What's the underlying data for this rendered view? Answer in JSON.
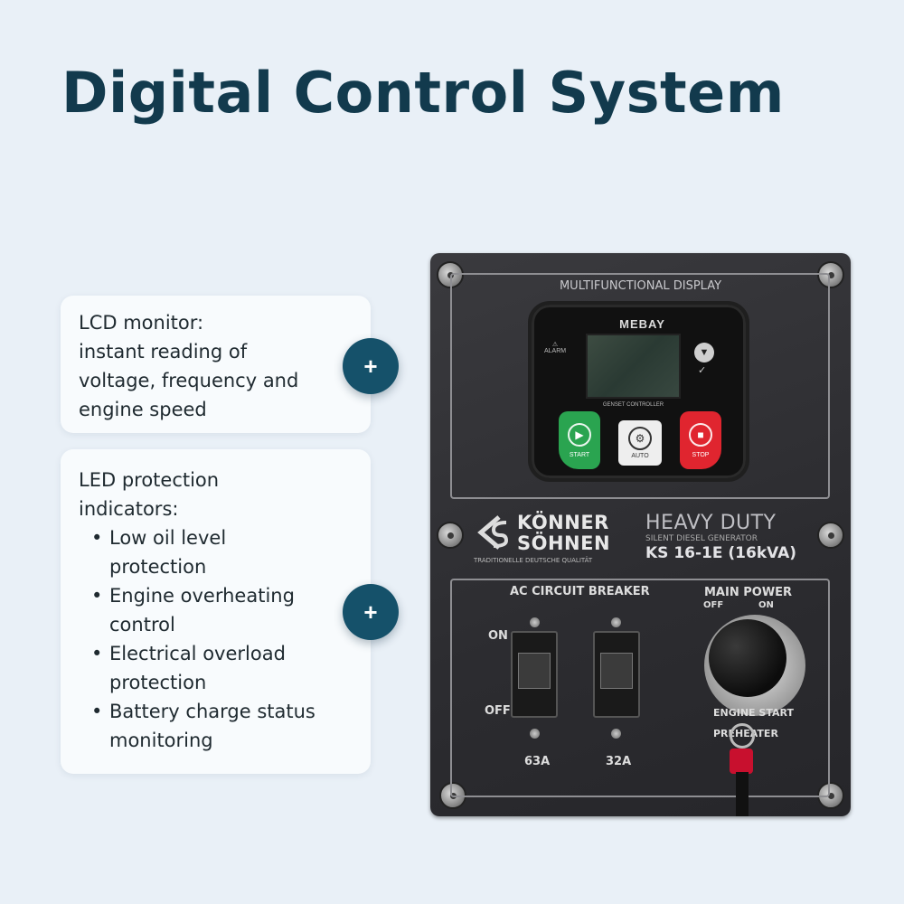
{
  "page": {
    "title": "Digital Control System"
  },
  "card1": {
    "lines": [
      "LCD monitor:",
      "instant reading of",
      "voltage, frequency and",
      "engine speed"
    ]
  },
  "card2": {
    "lines": [
      "LED protection",
      "indicators:"
    ],
    "bullets": [
      [
        "Low oil level",
        "protection"
      ],
      [
        "Engine overheating",
        "control"
      ],
      [
        "Electrical overload",
        "protection"
      ],
      [
        "Battery charge status",
        "monitoring"
      ]
    ]
  },
  "plus_label": "+",
  "panel": {
    "display_label": "MULTIFUNCTIONAL DISPLAY",
    "controller": {
      "brand": "MEBAY",
      "lcd_caption": "GENSET CONTROLLER",
      "alarm_label": "ALARM",
      "start_label": "START",
      "auto_label": "AUTO",
      "stop_label": "STOP"
    },
    "brand_line1": "KÖNNER",
    "brand_line2": "SÖHNEN",
    "tagline": "TRADITIONELLE DEUTSCHE QUALITÄT",
    "heavy_duty": "HEAVY DUTY",
    "silent": "SILENT DIESEL GENERATOR",
    "model": "KS 16-1E (16kVA)",
    "breaker_label": "AC CIRCUIT BREAKER",
    "on_label": "ON",
    "off_label": "OFF",
    "rating_63": "63A",
    "rating_32": "32A",
    "main_power": "MAIN POWER",
    "mp_off": "OFF",
    "mp_on": "ON",
    "engine_start": "ENGINE START",
    "preheater": "PREHEATER"
  },
  "colors": {
    "title": "#123a4d",
    "accent": "#15516a",
    "background": "#e9f0f7"
  }
}
